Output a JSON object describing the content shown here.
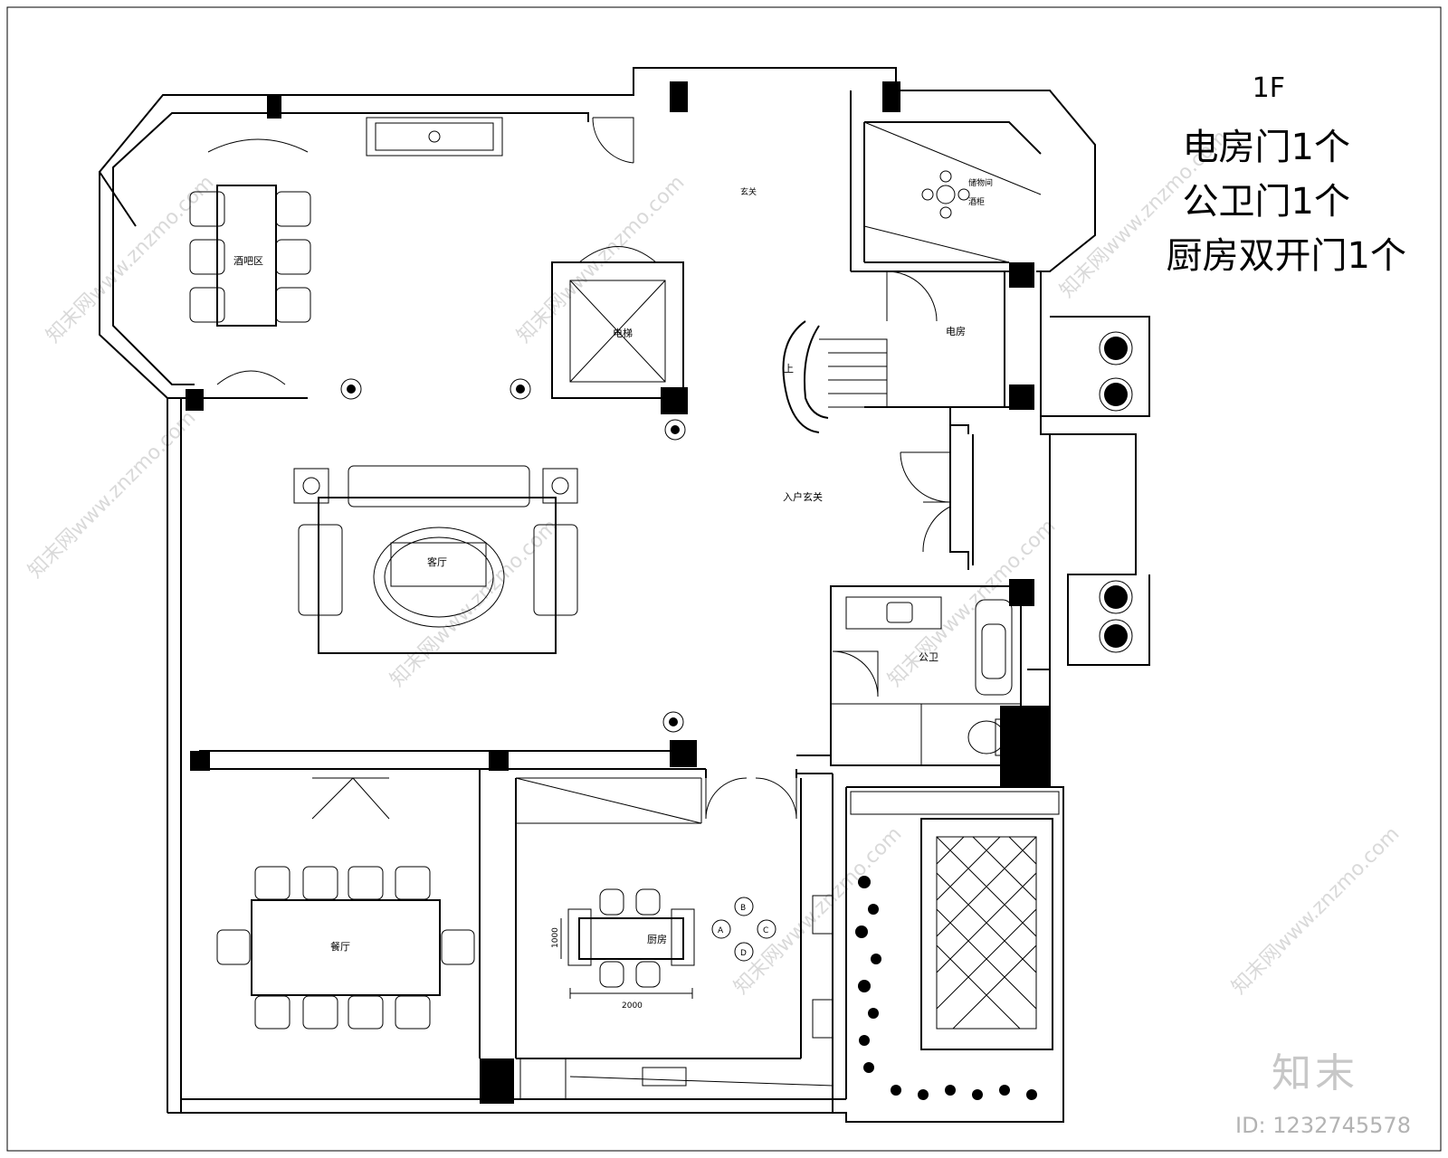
{
  "notes": {
    "floor": "1F",
    "line1": "电房门1个",
    "line2": "公卫门1个",
    "line3": "厨房双开门1个"
  },
  "rooms": {
    "bar_area": "酒吧区",
    "elevator": "电梯",
    "living_room": "客厅",
    "storage_wine": "储物间",
    "wine_cabinet": "酒柜",
    "electric_room": "电房",
    "entry_foyer": "入户玄关",
    "foyer_top": "玄关",
    "public_bath": "公卫",
    "dining_room": "餐厅",
    "kitchen": "厨房",
    "stair_mark": "上"
  },
  "dimensions": {
    "table_height": "1000",
    "table_width": "2000"
  },
  "markers": [
    "A",
    "B",
    "C",
    "D"
  ],
  "watermark": {
    "text": "知末网www.znzmo.com",
    "brand": "知末",
    "id": "ID: 1232745578"
  }
}
